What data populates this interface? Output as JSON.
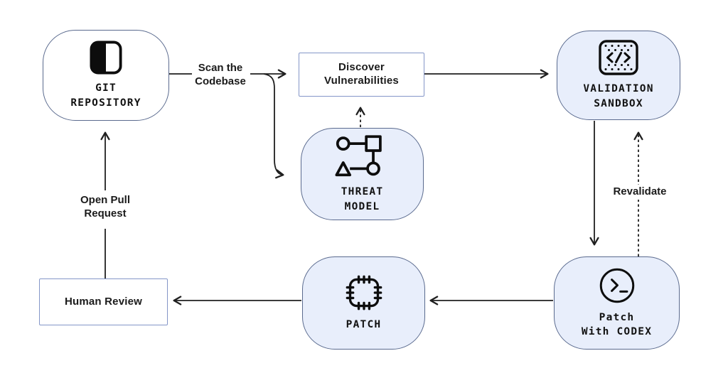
{
  "diagram_title": "codex-security-workflow",
  "colors": {
    "background": "#ffffff",
    "node_fill_blue": "#e8eefb",
    "node_fill_white": "#ffffff",
    "pill_border": "#5a6a8e",
    "rect_border": "#8496c8",
    "arrow": "#1f1f1f",
    "icon_stroke": "#0d0d0d",
    "text": "#121212"
  },
  "nodes": {
    "git_repository": {
      "line1": "GIT",
      "line2": "REPOSITORY",
      "icon": "git-repo-icon"
    },
    "discover_vulnerabilities": {
      "line1": "Discover",
      "line2": "Vulnerabilities"
    },
    "threat_model": {
      "line1": "THREAT",
      "line2": "MODEL",
      "icon": "threat-model-icon"
    },
    "validation_sandbox": {
      "line1": "VALIDATION",
      "line2": "SANDBOX",
      "icon": "code-sandbox-icon"
    },
    "patch_with_codex": {
      "line1": "Patch",
      "line2": "With CODEX",
      "icon": "terminal-icon"
    },
    "patch": {
      "line1": "PATCH",
      "icon": "patch-stitch-icon"
    },
    "human_review": {
      "line1": "Human Review"
    }
  },
  "edge_labels": {
    "scan_codebase": {
      "line1": "Scan the",
      "line2": "Codebase"
    },
    "revalidate": {
      "line1": "Revalidate"
    },
    "open_pull_request": {
      "line1": "Open Pull",
      "line2": "Request"
    }
  },
  "edges": [
    "git-repository -> discover-vulnerabilities (Scan the Codebase)",
    "git-repository -> threat-model (Scan the Codebase branch)",
    "threat-model -> discover-vulnerabilities (dashed)",
    "discover-vulnerabilities -> validation-sandbox",
    "validation-sandbox -> patch-with-codex",
    "patch-with-codex -> validation-sandbox (dashed, Revalidate)",
    "patch-with-codex -> patch",
    "patch -> human-review",
    "human-review -> git-repository (Open Pull Request)"
  ]
}
